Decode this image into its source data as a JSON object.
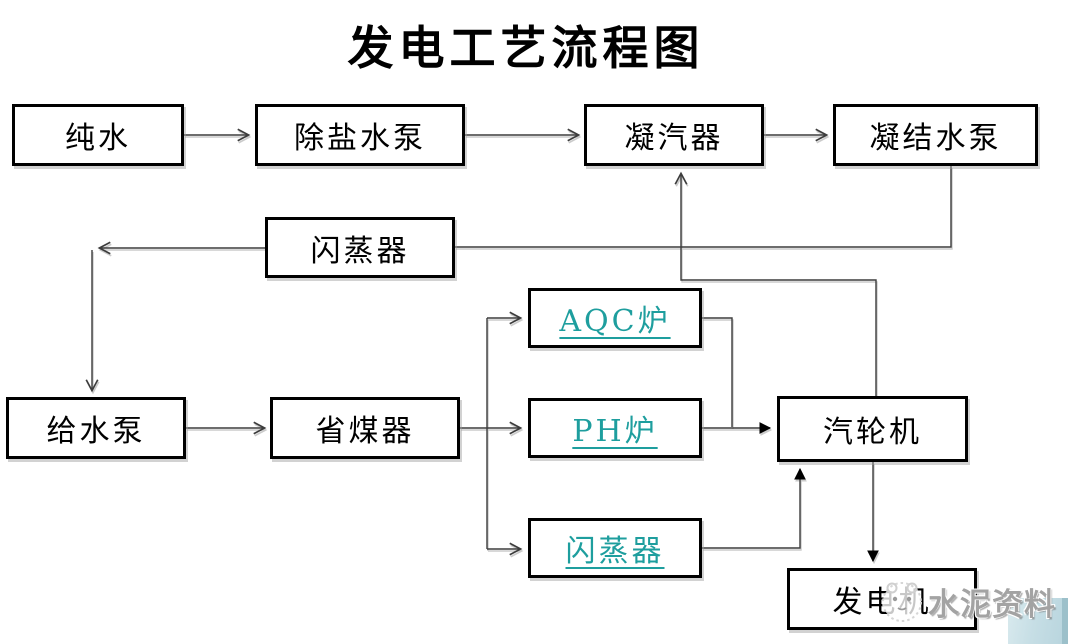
{
  "title": "发电工艺流程图",
  "nodes": {
    "pure_water": "纯水",
    "desalt_pump": "除盐水泵",
    "condenser": "凝汽器",
    "condensate_pump": "凝结水泵",
    "flash_evaporator_mid": "闪蒸器",
    "feed_pump": "给水泵",
    "economizer": "省煤器",
    "aqc_boiler": "AQC炉",
    "ph_boiler": "PH炉",
    "flash_evaporator_low": "闪蒸器",
    "steam_turbine": "汽轮机",
    "generator": "发电机"
  },
  "watermark": {
    "text": "水泥资料",
    "logo": "panda-face-logo"
  },
  "colors": {
    "box_border": "#000000",
    "link_text": "#1E9E9E",
    "flow_line": "#3D3D3D",
    "watermark_text": "#A3A3A3",
    "corner_block": "#BFDAE2"
  }
}
